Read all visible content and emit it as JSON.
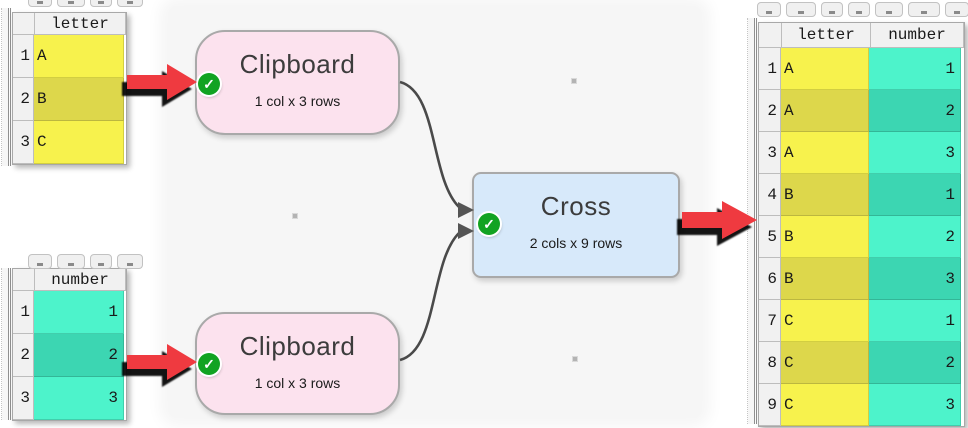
{
  "colors": {
    "yellow": "#f7f24d",
    "yellow_alt": "#ddd74b",
    "teal": "#4df3cb",
    "teal_alt": "#3cd6b2",
    "pink_node": "#fce2ee",
    "blue_node": "#d7e9fa",
    "node_border": "#a9a9a9",
    "check_green": "#12a322",
    "arrow_red": "#ef3a40",
    "connector": "#4a4a4a",
    "canvas_bg": "#f6f6f6",
    "header_bg": "#f1f1f1",
    "grid_line": "#bdbdbd"
  },
  "icons": {
    "check": "✓"
  },
  "input_letter_table": {
    "header": "letter",
    "rows": [
      [
        "1",
        "A"
      ],
      [
        "2",
        "B"
      ],
      [
        "3",
        "C"
      ]
    ]
  },
  "input_number_table": {
    "header": "number",
    "rows": [
      [
        "1",
        "1"
      ],
      [
        "2",
        "2"
      ],
      [
        "3",
        "3"
      ]
    ]
  },
  "flow": {
    "clipboard_top": {
      "title": "Clipboard",
      "subtitle": "1 col x 3 rows"
    },
    "clipboard_bottom": {
      "title": "Clipboard",
      "subtitle": "1 col x 3 rows"
    },
    "cross": {
      "title": "Cross",
      "subtitle": "2 cols x 9 rows"
    }
  },
  "output_table": {
    "columns": [
      "letter",
      "number"
    ],
    "rows": [
      [
        "1",
        "A",
        "1"
      ],
      [
        "2",
        "A",
        "2"
      ],
      [
        "3",
        "A",
        "3"
      ],
      [
        "4",
        "B",
        "1"
      ],
      [
        "5",
        "B",
        "2"
      ],
      [
        "6",
        "B",
        "3"
      ],
      [
        "7",
        "C",
        "1"
      ],
      [
        "8",
        "C",
        "2"
      ],
      [
        "9",
        "C",
        "3"
      ]
    ]
  }
}
